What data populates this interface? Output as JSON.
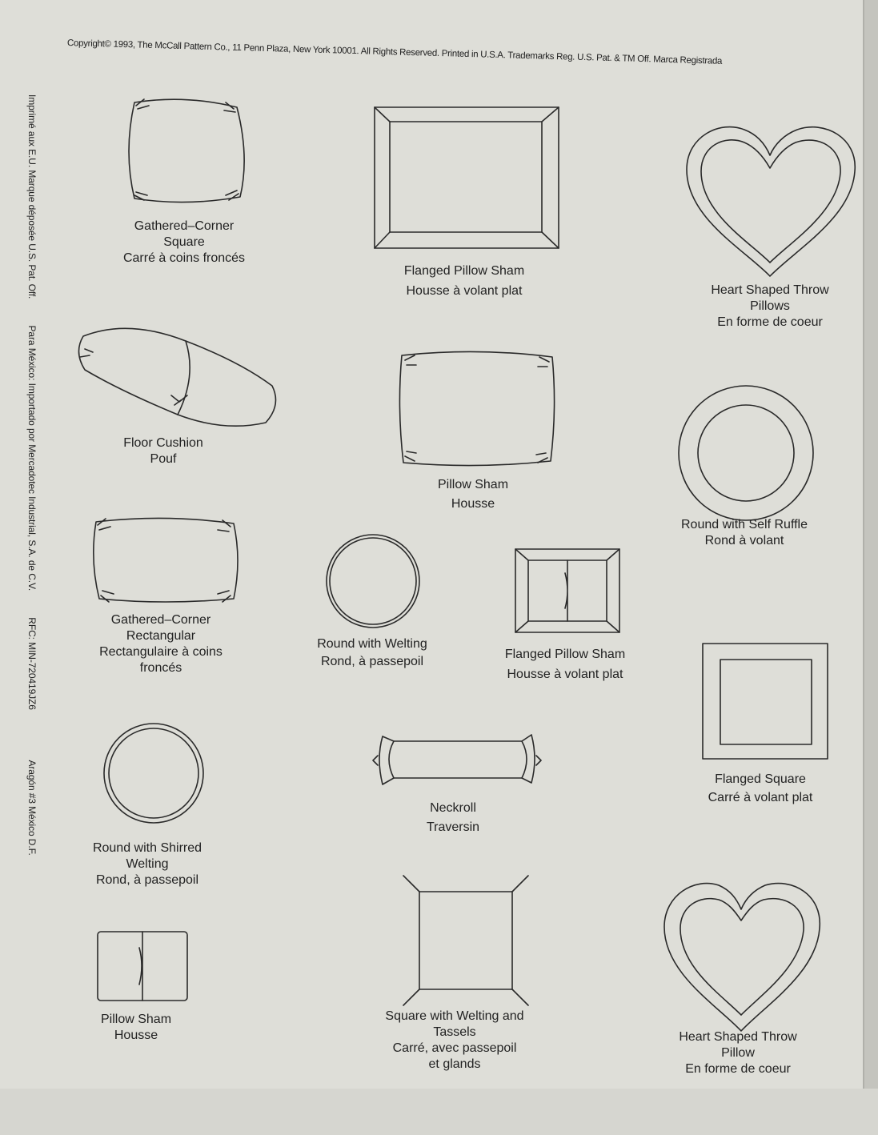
{
  "copyright": "Copyright© 1993, The McCall Pattern Co., 11 Penn Plaza, New York 10001. All Rights Reserved. Printed in U.S.A. Trademarks Reg. U.S. Pat. & TM Off. Marca Registrada",
  "side_text": [
    "Imprimé aux E.U. Marque déposée U.S. Pat. Off.",
    "Para México: Importado por Mercadotec Industrial, S.A. de C.V.",
    "RFC: MIN-720419JZ6",
    "Aragón #3 México D.F."
  ],
  "pillows": [
    {
      "en": [
        "Gathered–Corner",
        "Square"
      ],
      "fr": [
        "Carré à coins froncés"
      ]
    },
    {
      "en": [
        "Flanged Pillow Sham"
      ],
      "fr": [
        "Housse à volant plat"
      ]
    },
    {
      "en": [
        "Heart Shaped Throw",
        "Pillows"
      ],
      "fr": [
        "En forme de coeur"
      ]
    },
    {
      "en": [
        "Floor Cushion"
      ],
      "fr": [
        "Pouf"
      ]
    },
    {
      "en": [
        "Pillow Sham"
      ],
      "fr": [
        "Housse"
      ]
    },
    {
      "en": [
        "Round with Self Ruffle"
      ],
      "fr": [
        "Rond à volant"
      ]
    },
    {
      "en": [
        "Gathered–Corner",
        "Rectangular"
      ],
      "fr": [
        "Rectangulaire à coins",
        "froncés"
      ]
    },
    {
      "en": [
        "Round with Welting"
      ],
      "fr": [
        "Rond, à passepoil"
      ]
    },
    {
      "en": [
        "Flanged Pillow Sham"
      ],
      "fr": [
        "Housse à volant plat"
      ]
    },
    {
      "en": [
        "Round with Shirred",
        "Welting"
      ],
      "fr": [
        "Rond, à passepoil"
      ]
    },
    {
      "en": [
        "Neckroll"
      ],
      "fr": [
        "Traversin"
      ]
    },
    {
      "en": [
        "Flanged Square"
      ],
      "fr": [
        "Carré à volant plat"
      ]
    },
    {
      "en": [
        "Pillow Sham"
      ],
      "fr": [
        "Housse"
      ]
    },
    {
      "en": [
        "Square with Welting and",
        "Tassels"
      ],
      "fr": [
        "Carré, avec passepoil",
        "et glands"
      ]
    },
    {
      "en": [
        "Heart Shaped Throw",
        "Pillow"
      ],
      "fr": [
        "En forme de coeur"
      ]
    }
  ]
}
